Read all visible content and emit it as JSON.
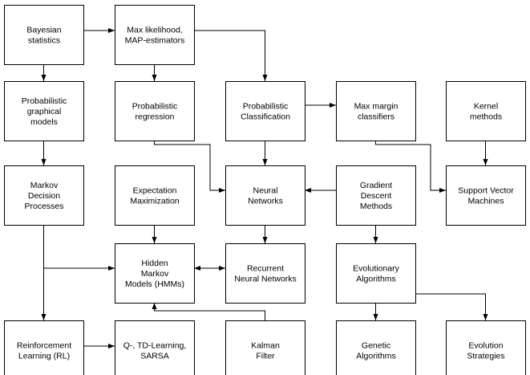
{
  "nodes": [
    {
      "id": "bayes",
      "lines": [
        "Bayesian",
        "statistics"
      ]
    },
    {
      "id": "maxlik",
      "lines": [
        "Max likelihood,",
        "MAP-estimators"
      ]
    },
    {
      "id": "pgm",
      "lines": [
        "Probabilistic",
        "graphical",
        "models"
      ]
    },
    {
      "id": "probreg",
      "lines": [
        "Probabilistic",
        "regression"
      ]
    },
    {
      "id": "probclass",
      "lines": [
        "Probabilistic",
        "Classification"
      ]
    },
    {
      "id": "maxmargin",
      "lines": [
        "Max margin",
        "classifiers"
      ]
    },
    {
      "id": "kernel",
      "lines": [
        "Kernel",
        "methods"
      ]
    },
    {
      "id": "mdp",
      "lines": [
        "Markov",
        "Decision",
        "Processes"
      ]
    },
    {
      "id": "em",
      "lines": [
        "Expectation",
        "Maximization"
      ]
    },
    {
      "id": "nn",
      "lines": [
        "Neural",
        "Networks"
      ]
    },
    {
      "id": "gd",
      "lines": [
        "Gradient",
        "Descent",
        "Methods"
      ]
    },
    {
      "id": "svm",
      "lines": [
        "Support Vector",
        "Machines"
      ]
    },
    {
      "id": "hmm",
      "lines": [
        "Hidden",
        "Markov",
        "Models (HMMs)"
      ]
    },
    {
      "id": "rnn",
      "lines": [
        "Recurrent",
        "Neural Networks"
      ]
    },
    {
      "id": "evo",
      "lines": [
        "Evolutionary",
        "Algorithms"
      ]
    },
    {
      "id": "rl",
      "lines": [
        "Reinforcement",
        "Learning (RL)"
      ]
    },
    {
      "id": "qlearn",
      "lines": [
        "Q-, TD-Learning,",
        "SARSA"
      ]
    },
    {
      "id": "kalman",
      "lines": [
        "Kalman",
        "Filter"
      ]
    },
    {
      "id": "genetic",
      "lines": [
        "Genetic",
        "Algorithms"
      ]
    },
    {
      "id": "evostrat",
      "lines": [
        "Evolution",
        "Strategies"
      ]
    }
  ],
  "edges": [
    {
      "from": "bayes",
      "to": "maxlik"
    },
    {
      "from": "bayes",
      "to": "pgm"
    },
    {
      "from": "maxlik",
      "to": "probreg"
    },
    {
      "from": "maxlik",
      "to": "probclass"
    },
    {
      "from": "probclass",
      "to": "maxmargin"
    },
    {
      "from": "probclass",
      "to": "nn"
    },
    {
      "from": "probreg",
      "to": "nn"
    },
    {
      "from": "gd",
      "to": "nn"
    },
    {
      "from": "maxmargin",
      "to": "svm"
    },
    {
      "from": "kernel",
      "to": "svm"
    },
    {
      "from": "pgm",
      "to": "mdp"
    },
    {
      "from": "mdp",
      "to": "hmm"
    },
    {
      "from": "mdp",
      "to": "rl"
    },
    {
      "from": "em",
      "to": "hmm"
    },
    {
      "from": "nn",
      "to": "rnn"
    },
    {
      "from": "hmm",
      "to": "rnn",
      "bidirectional": true
    },
    {
      "from": "kalman",
      "to": "hmm"
    },
    {
      "from": "gd",
      "to": "evo"
    },
    {
      "from": "evo",
      "to": "genetic"
    },
    {
      "from": "evo",
      "to": "evostrat"
    },
    {
      "from": "rl",
      "to": "qlearn"
    }
  ]
}
